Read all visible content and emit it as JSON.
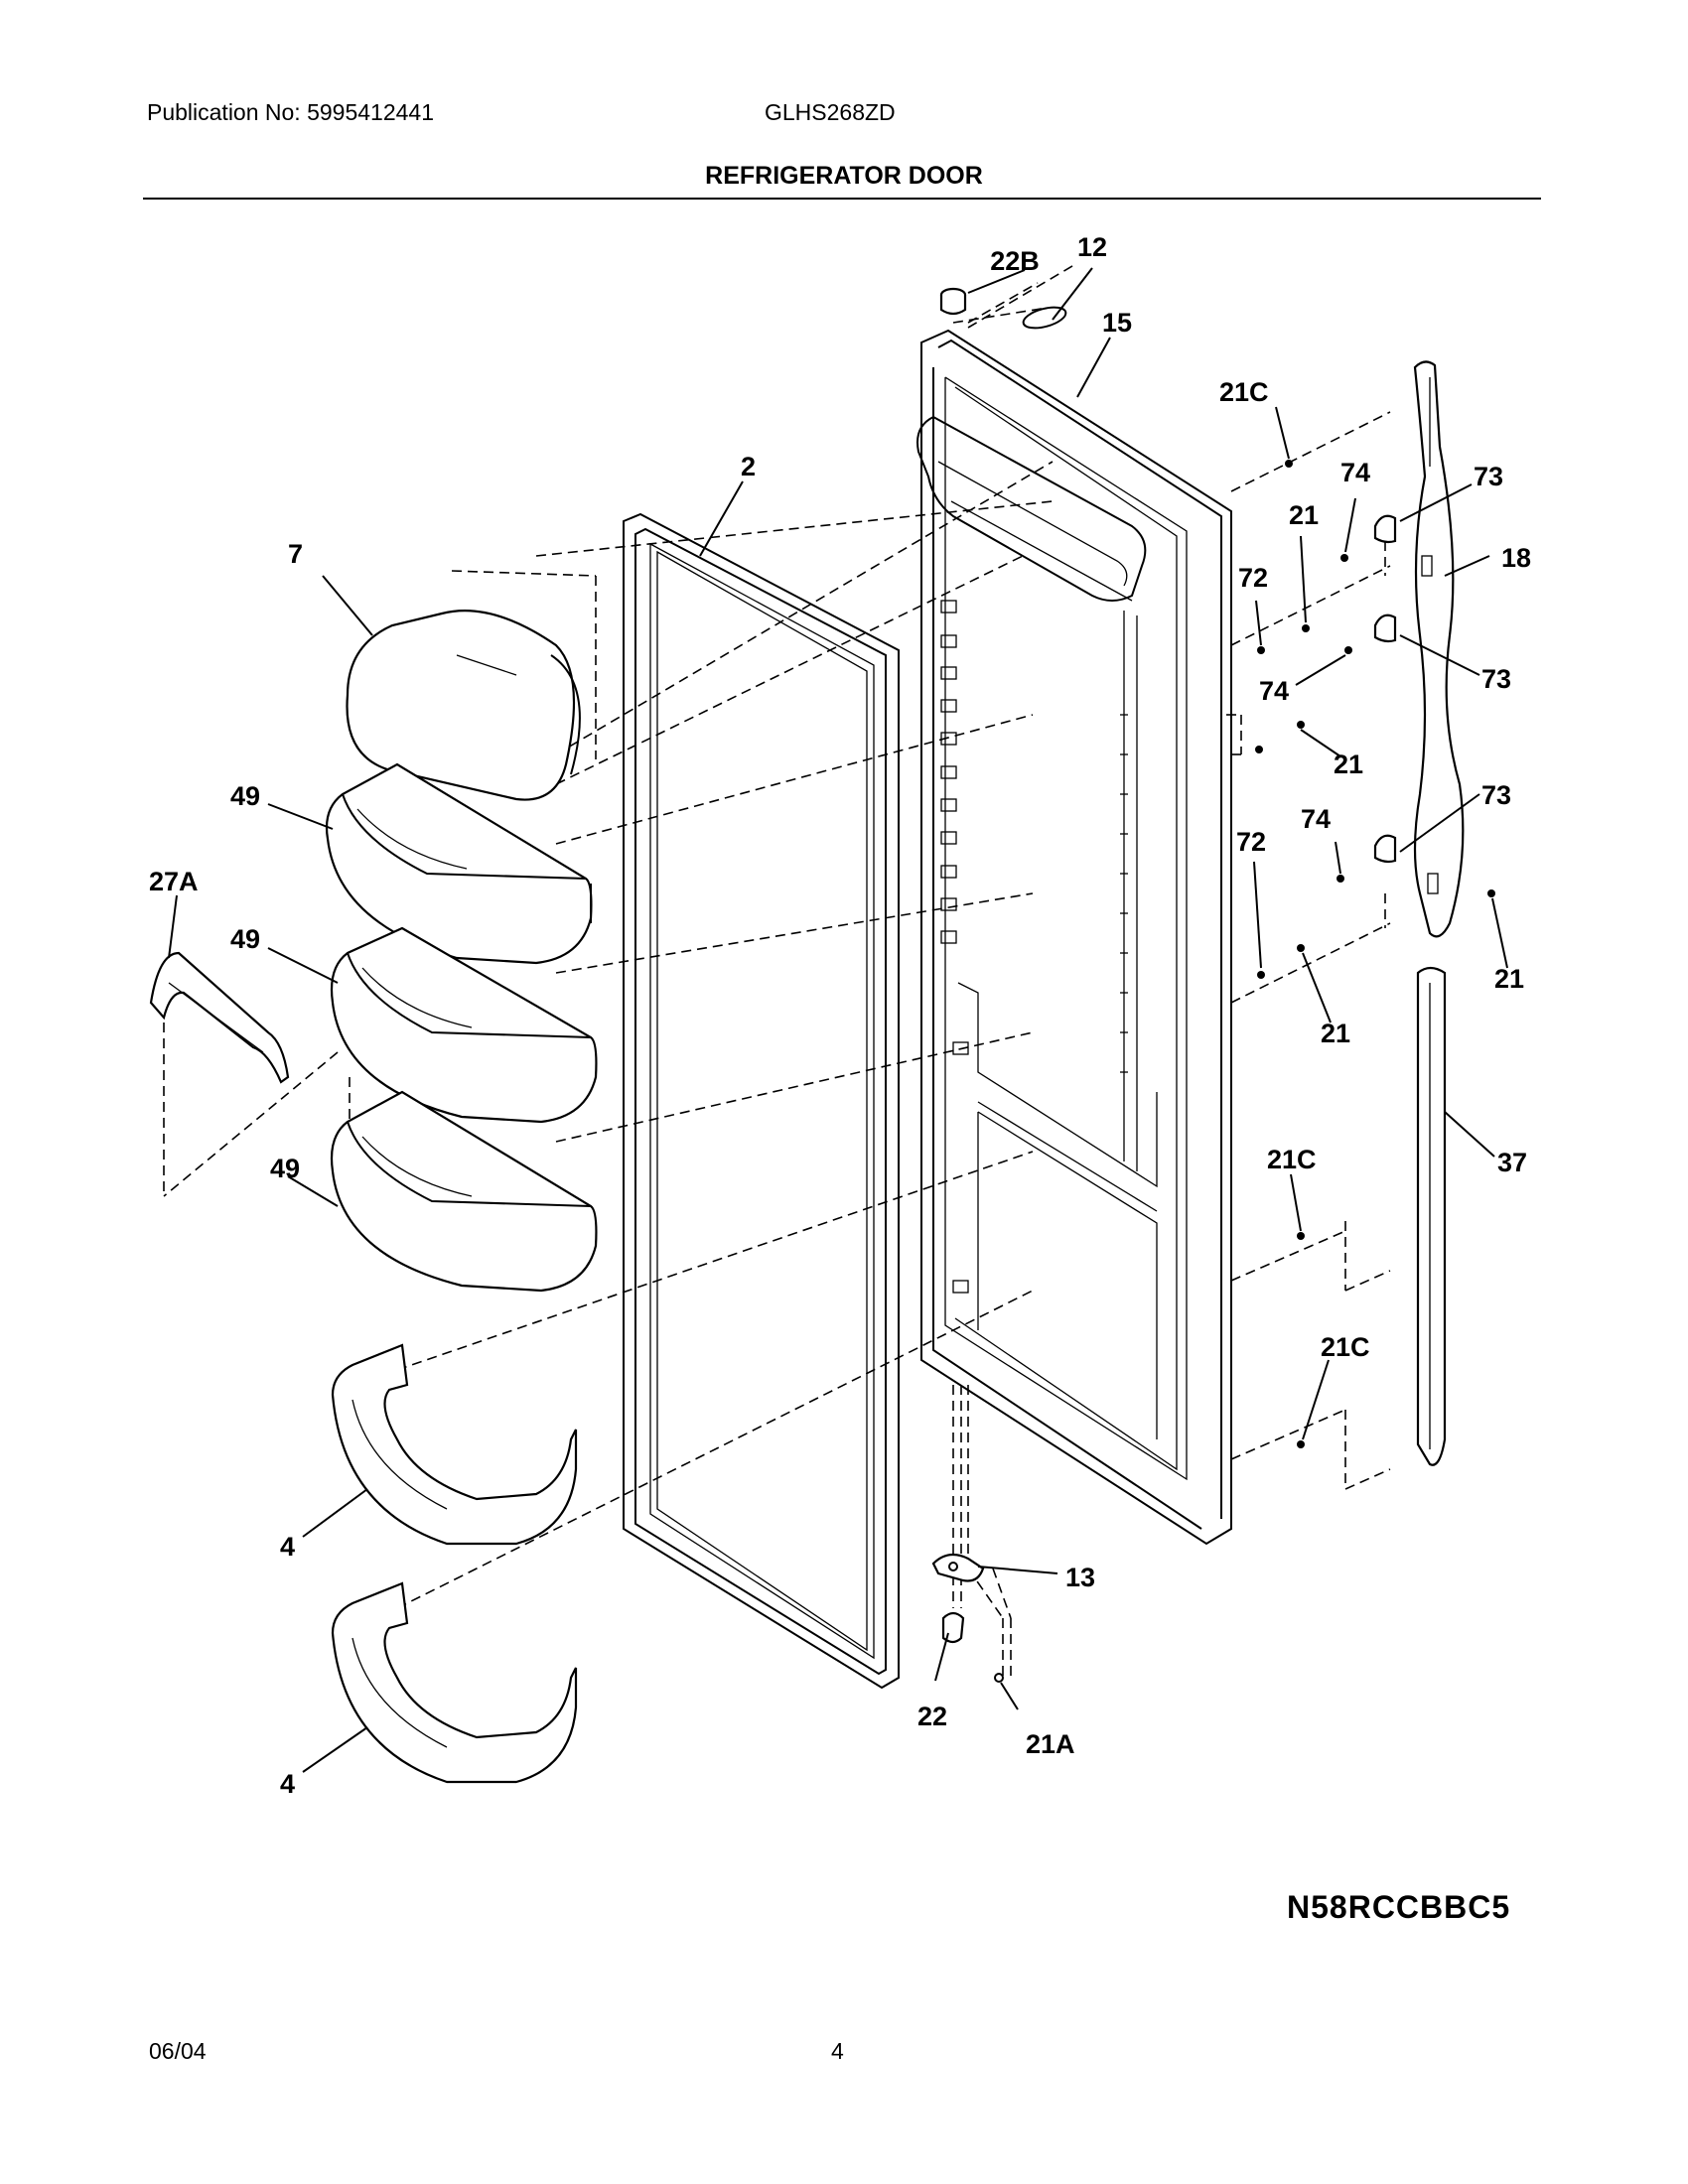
{
  "header": {
    "publication": "Publication No: 5995412441",
    "model": "GLHS268ZD",
    "title": "REFRIGERATOR DOOR"
  },
  "footer": {
    "date": "06/04",
    "page": "4",
    "diagram_code": "N58RCCBBC5"
  },
  "callouts": [
    {
      "label": "22B"
    },
    {
      "label": "12"
    },
    {
      "label": "15"
    },
    {
      "label": "21C"
    },
    {
      "label": "2"
    },
    {
      "label": "74"
    },
    {
      "label": "73"
    },
    {
      "label": "7"
    },
    {
      "label": "21"
    },
    {
      "label": "18"
    },
    {
      "label": "72"
    },
    {
      "label": "74"
    },
    {
      "label": "73"
    },
    {
      "label": "21"
    },
    {
      "label": "49"
    },
    {
      "label": "73"
    },
    {
      "label": "74"
    },
    {
      "label": "72"
    },
    {
      "label": "27A"
    },
    {
      "label": "49"
    },
    {
      "label": "21"
    },
    {
      "label": "21"
    },
    {
      "label": "37"
    },
    {
      "label": "21C"
    },
    {
      "label": "49"
    },
    {
      "label": "21C"
    },
    {
      "label": "4"
    },
    {
      "label": "13"
    },
    {
      "label": "22"
    },
    {
      "label": "21A"
    },
    {
      "label": "4"
    }
  ]
}
